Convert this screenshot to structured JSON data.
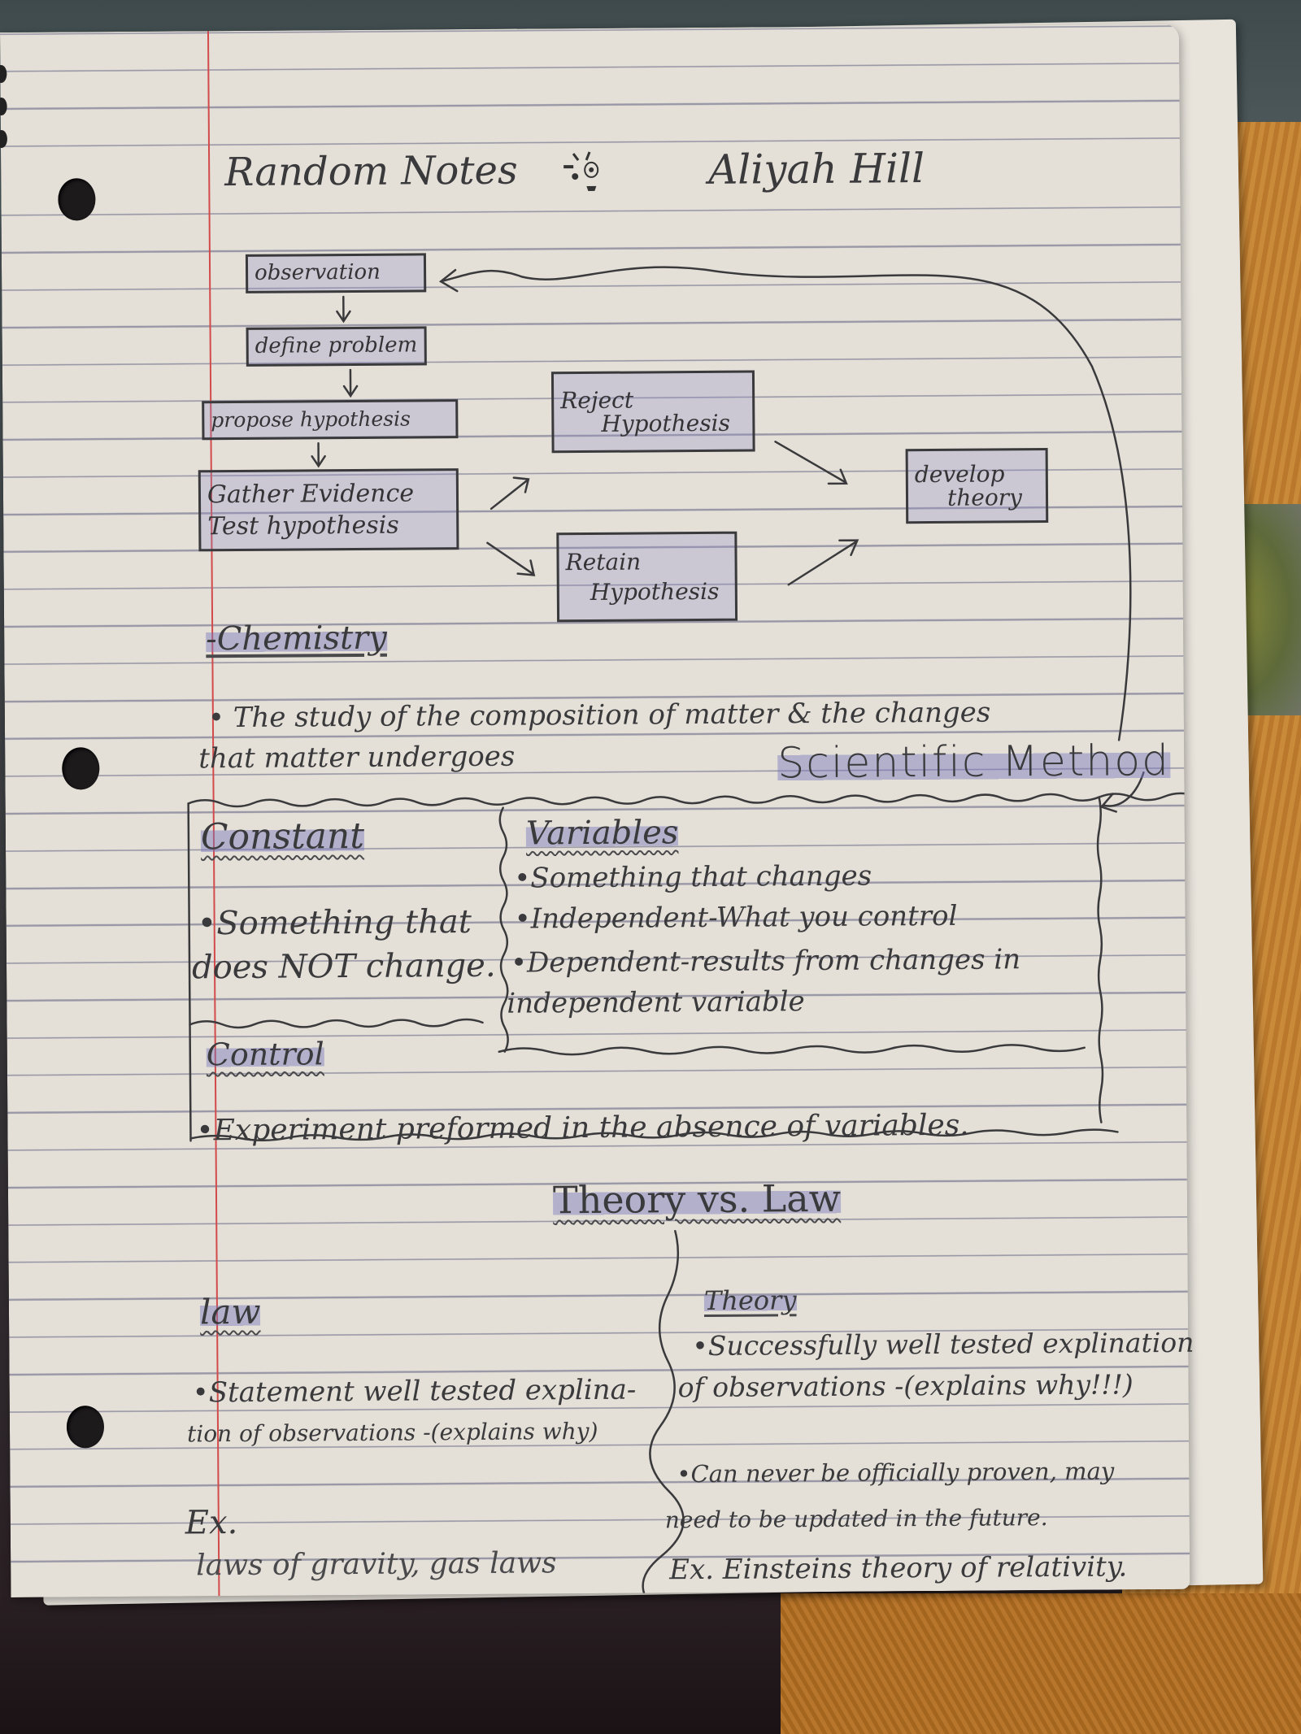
{
  "document": {
    "type": "handwritten notebook page",
    "header": {
      "title": "Random Notes",
      "doodle_icon": "lightbulb-face-doodle",
      "author": "Aliyah Hill"
    },
    "scientific_method": {
      "label": "Scientific Method",
      "flowchart": {
        "steps": [
          {
            "id": "observation",
            "label": "observation"
          },
          {
            "id": "define-problem",
            "label": "define problem"
          },
          {
            "id": "propose-hypothesis",
            "label": "propose hypothesis"
          },
          {
            "id": "gather-evidence",
            "label_line1": "Gather Evidence",
            "label_line2": "Test hypothesis"
          }
        ],
        "outcomes": [
          {
            "id": "reject",
            "label_line1": "Reject",
            "label_line2": "Hypothesis"
          },
          {
            "id": "retain",
            "label_line1": "Retain",
            "label_line2": "Hypothesis"
          }
        ],
        "final": {
          "id": "develop-theory",
          "label_line1": "develop",
          "label_line2": "theory"
        }
      }
    },
    "chemistry": {
      "heading": "-Chemistry",
      "definition_line1": "• The study of the composition of matter & the changes",
      "definition_line2": "that matter undergoes"
    },
    "constant": {
      "heading": "Constant",
      "line1": "•Something that",
      "line2": "does NOT change."
    },
    "variables": {
      "heading": "Variables",
      "items": [
        "•Something that changes",
        "•Independent-What you control",
        "•Dependent-results from changes in",
        "independent variable"
      ]
    },
    "control": {
      "heading": "Control",
      "definition": "•Experiment preformed in the absence of variables."
    },
    "theory_vs_law": {
      "heading": "Theory vs. Law",
      "law": {
        "heading": "law",
        "line1": "•Statement well tested explina-",
        "line2": "tion of observations -(explains why)",
        "example_label": "Ex.",
        "example": "laws of gravity, gas laws"
      },
      "theory": {
        "heading": "Theory",
        "line1": "•Successfully well tested explination",
        "line2": "of observations -(explains why!!!)",
        "line3": "•Can never be officially proven, may",
        "line4": "need to be updated in the future.",
        "example": "Ex. Einsteins theory of relativity."
      }
    },
    "colors": {
      "paper": "#e4e0d8",
      "ruled_line": "#9a98a6",
      "margin_line": "#d24a4a",
      "pencil": "#3a3a3c",
      "highlighter": "#8c8cc8"
    }
  }
}
